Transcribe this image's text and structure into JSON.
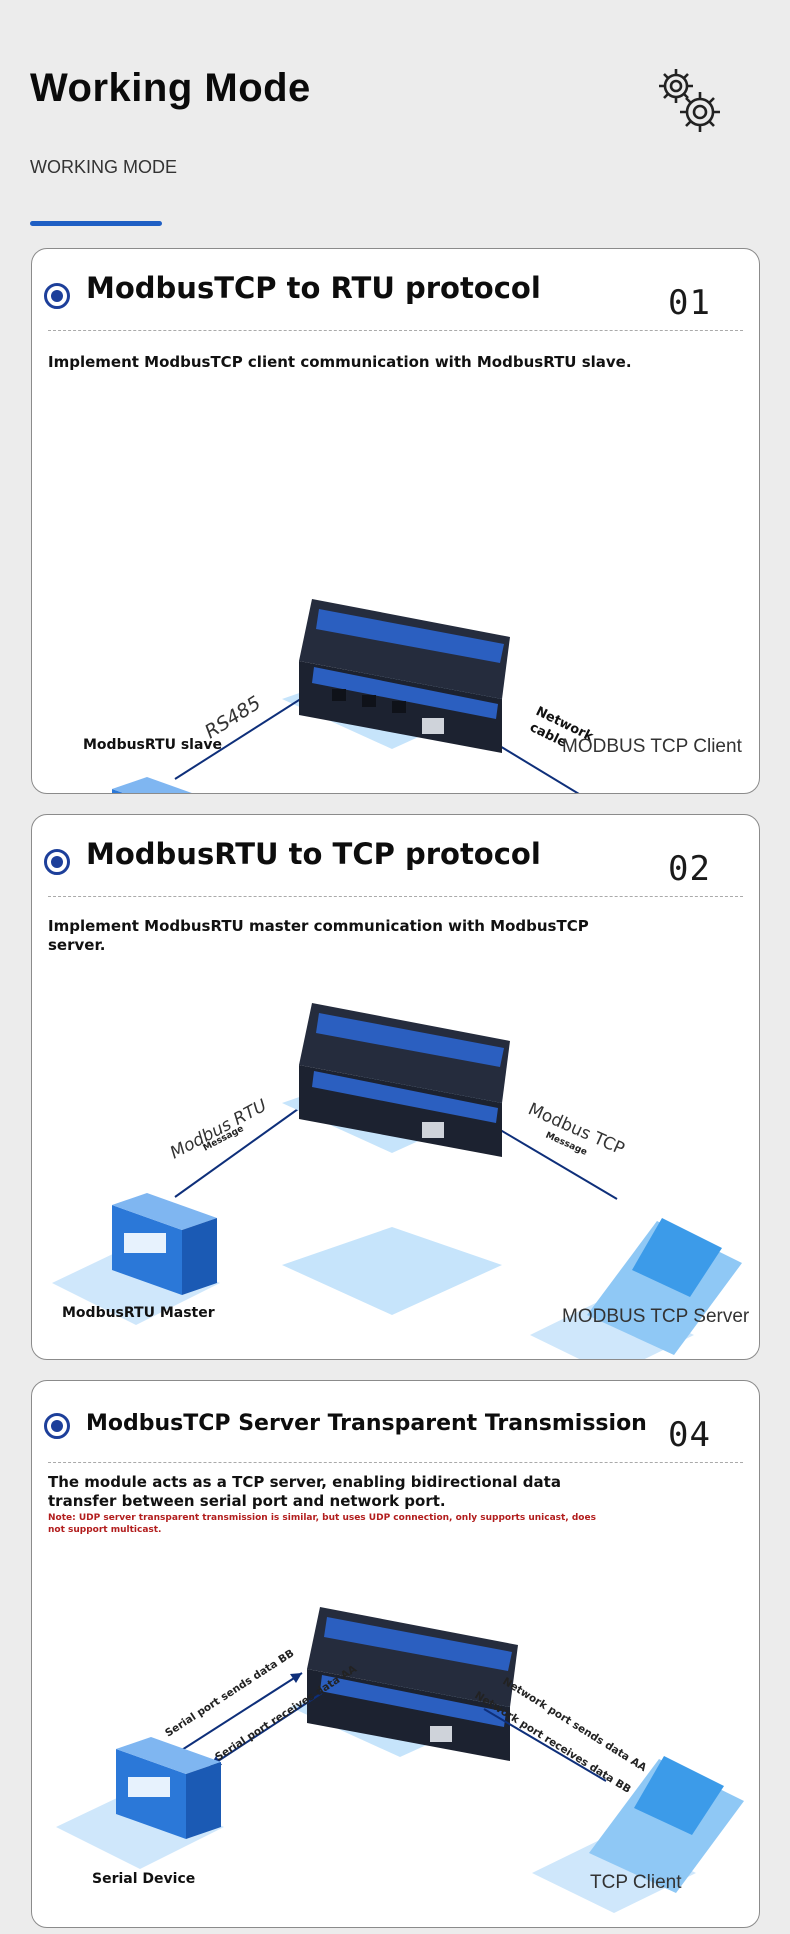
{
  "header": {
    "title": "Working Mode",
    "subtitle": "WORKING MODE",
    "accent_color": "#1f5fc4",
    "icon": "gear-icon"
  },
  "cards": [
    {
      "title": "ModbusTCP to RTU protocol",
      "number": "01",
      "description": "Implement ModbusTCP client communication with ModbusRTU slave.",
      "left_node": "ModbusRTU slave",
      "right_node": "MODBUS TCP Client",
      "left_link": "RS485",
      "right_link_line1": "Network",
      "right_link_line2": "cable"
    },
    {
      "title": "ModbusRTU to TCP protocol",
      "number": "02",
      "description": "Implement ModbusRTU master communication with ModbusTCP server.",
      "left_node": "ModbusRTU Master",
      "right_node": "MODBUS TCP Server",
      "left_link": "Modbus RTU",
      "left_link_sub": "Message",
      "right_link": "Modbus TCP",
      "right_link_sub": "Message"
    },
    {
      "title": "ModbusTCP Server Transparent Transmission",
      "number": "04",
      "description": "The module acts as a TCP server, enabling bidirectional data transfer between serial port and network port.",
      "note": "Note: UDP server transparent transmission is similar, but uses UDP connection, only supports unicast, does not support multicast.",
      "left_node": "Serial Device",
      "right_node": "TCP Client",
      "left_link_send": "Serial port sends data BB",
      "left_link_recv": "Serial port receives data AA",
      "right_link_send": "Network port sends data AA",
      "right_link_recv": "Network port receives data BB"
    }
  ],
  "colors": {
    "bullet": "#1d3f9a",
    "platform": "#c6e4fb",
    "device_blue": "#2b78d8",
    "note_red": "#b21d1d"
  }
}
